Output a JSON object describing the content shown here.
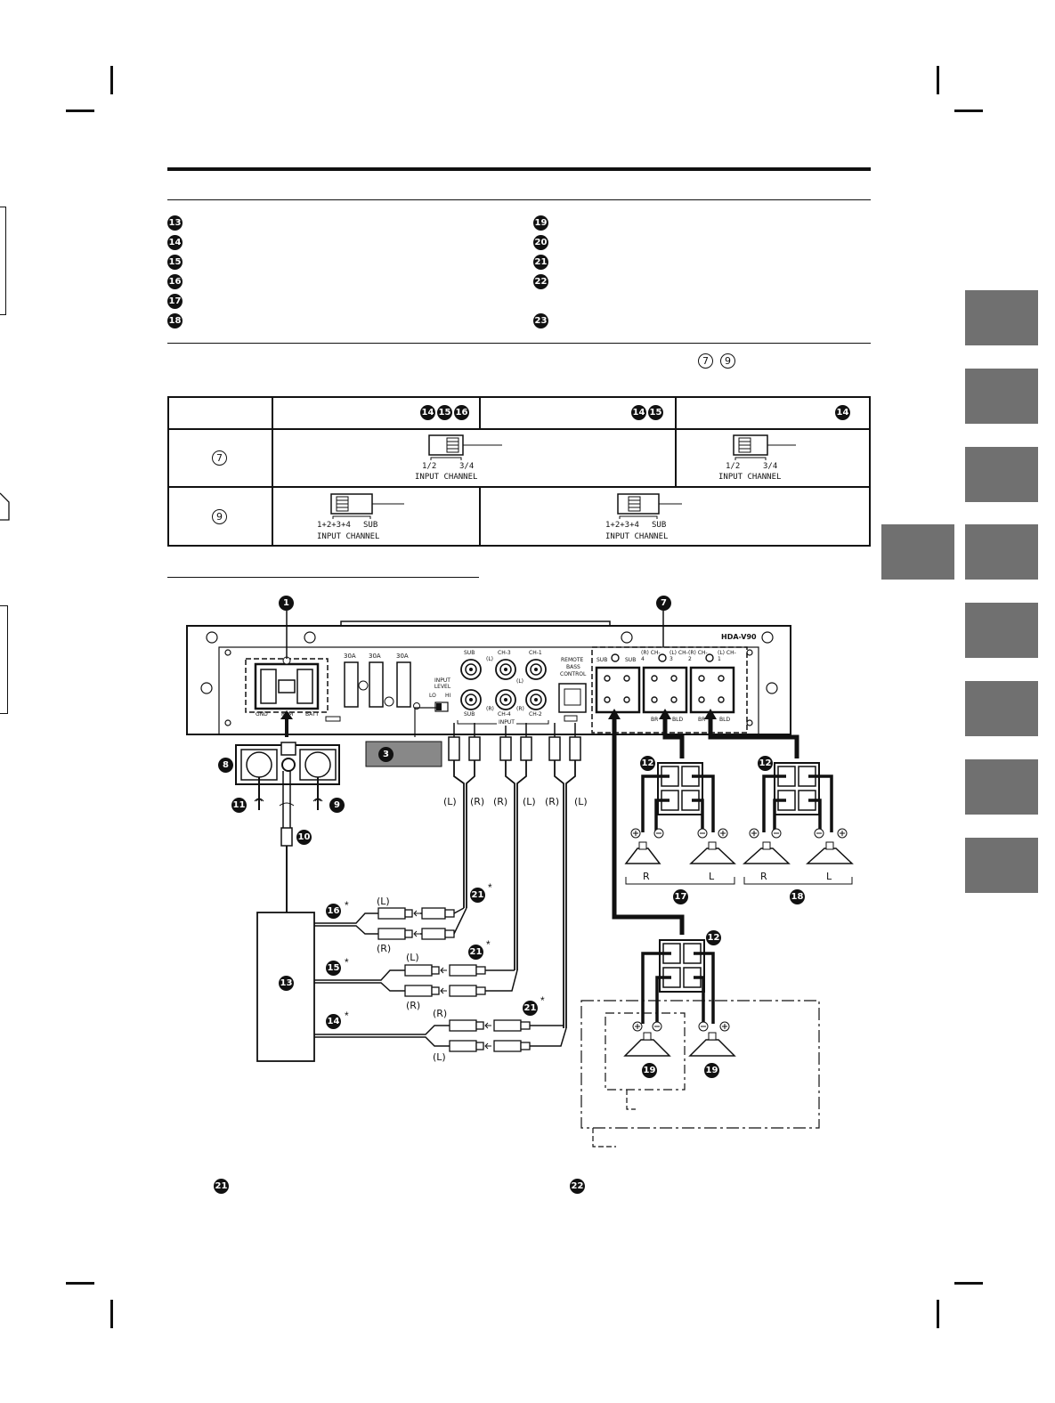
{
  "legend_left": [
    "13",
    "14",
    "15",
    "16",
    "17",
    "18"
  ],
  "legend_right": [
    "19",
    "20",
    "21",
    "22",
    "23"
  ],
  "note_refs": [
    "7",
    "9"
  ],
  "table": {
    "header_refs": [
      [
        "14",
        "15",
        "16"
      ],
      [
        "14",
        "15"
      ],
      [
        "14"
      ]
    ],
    "row_labels": [
      "7",
      "9"
    ],
    "switch_7": {
      "left": "1/2",
      "right": "3/4",
      "caption": "INPUT CHANNEL"
    },
    "switch_9": {
      "left": "1+2+3+4",
      "right": "SUB",
      "caption": "INPUT CHANNEL"
    }
  },
  "amp": {
    "model": "HDA-V90",
    "fuse_labels": [
      "30A",
      "30A",
      "30A"
    ],
    "power_terminals": [
      "GND",
      "REM",
      "BATT"
    ],
    "input_level": {
      "title": "INPUT LEVEL",
      "lo": "LO",
      "hi": "HI"
    },
    "rca_top": [
      "SUB",
      "CH-3",
      "CH-1"
    ],
    "rca_bottom": [
      "SUB",
      "CH-4",
      "CH-2"
    ],
    "rca_side": [
      "(L)",
      "(R)",
      "(L)",
      "(R)"
    ],
    "input_label": "INPUT",
    "remote": [
      "REMOTE",
      "BASS",
      "CONTROL"
    ],
    "speaker_out": [
      "SUB",
      "SUB",
      "(R) CH-4",
      "(L) CH-3",
      "(R) CH-2",
      "(L) CH-1"
    ],
    "speaker_out_bottom": [
      "BR",
      "BLD",
      "BR",
      "BLD"
    ]
  },
  "callouts": [
    "1",
    "7",
    "3",
    "8",
    "9",
    "10",
    "11",
    "12",
    "12",
    "12",
    "16",
    "15",
    "14",
    "13",
    "17",
    "18",
    "19",
    "19",
    "21",
    "21",
    "21"
  ],
  "cable_labels": [
    "(L)",
    "(R)",
    "(R)",
    "(L)",
    "(R)",
    "(L)"
  ],
  "source_labels": {
    "16": [
      "(L)",
      "(R)"
    ],
    "15": [
      "(L)",
      "(R)"
    ],
    "14": [
      "(R)",
      "(L)"
    ]
  },
  "asterisk": "*",
  "speaker_labels": [
    "R",
    "L",
    "R",
    "L"
  ],
  "footer_refs": [
    "21",
    "22"
  ]
}
